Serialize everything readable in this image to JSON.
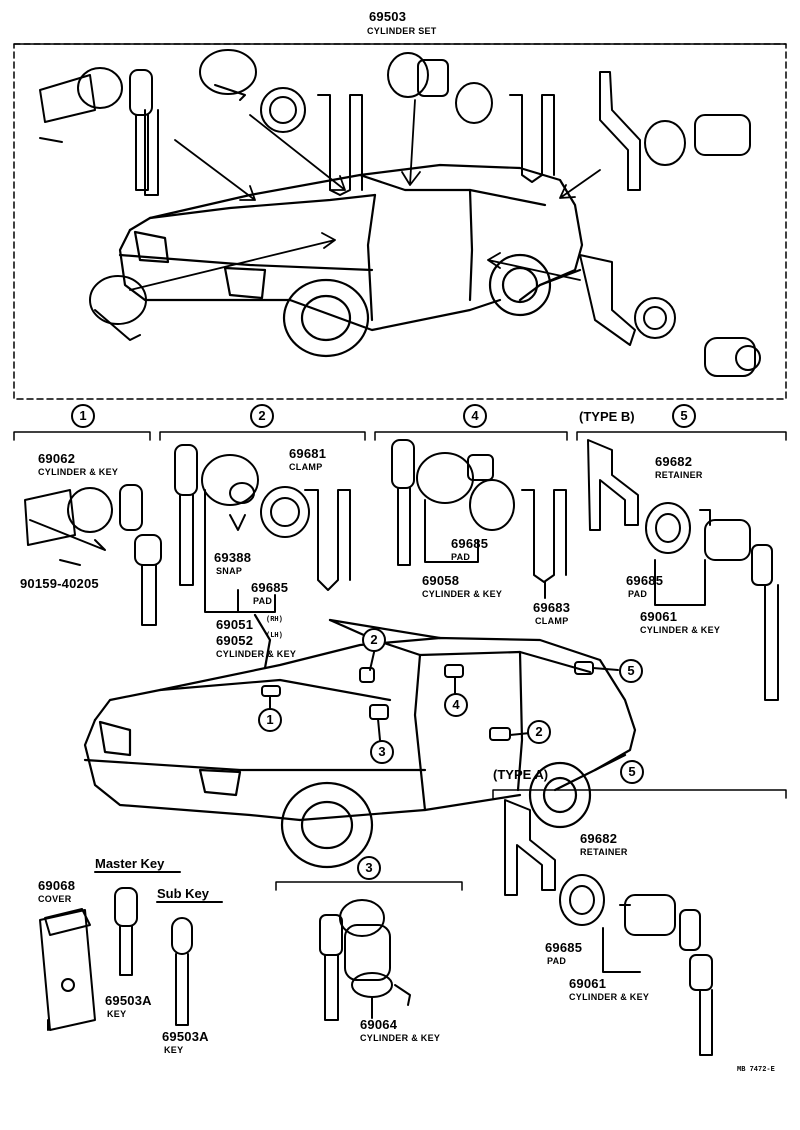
{
  "title": {
    "part_no": "69503",
    "name": "CYLINDER SET"
  },
  "sections": {
    "s1": "1",
    "s2": "2",
    "s4": "4",
    "s5_type_b": "(TYPE  B)",
    "s5": "5",
    "s3": "3",
    "s5_type_a": "(TYPE  A)"
  },
  "parts": {
    "p69062": {
      "no": "69062",
      "name": "CYLINDER & KEY"
    },
    "p90159": {
      "no": "90159-40205"
    },
    "p69681": {
      "no": "69681",
      "name": "CLAMP"
    },
    "p69388": {
      "no": "69388",
      "name": "SNAP"
    },
    "p69685_2": {
      "no": "69685",
      "name": "PAD"
    },
    "p69051": {
      "no": "69051",
      "suffix": "(RH)"
    },
    "p69052": {
      "no": "69052",
      "suffix": "(LH)",
      "name": "CYLINDER & KEY"
    },
    "p69685_4": {
      "no": "69685",
      "name": "PAD"
    },
    "p69058": {
      "no": "69058",
      "name": "CYLINDER & KEY"
    },
    "p69683": {
      "no": "69683",
      "name": "CLAMP"
    },
    "p69682_b": {
      "no": "69682",
      "name": "RETAINER"
    },
    "p69685_b": {
      "no": "69685",
      "name": "PAD"
    },
    "p69061_b": {
      "no": "69061",
      "name": "CYLINDER & KEY"
    },
    "p69682_a": {
      "no": "69682",
      "name": "RETAINER"
    },
    "p69685_a": {
      "no": "69685",
      "name": "PAD"
    },
    "p69061_a": {
      "no": "69061",
      "name": "CYLINDER & KEY"
    },
    "p69068": {
      "no": "69068",
      "name": "COVER"
    },
    "p69503a_master": {
      "no": "69503A",
      "name": "KEY"
    },
    "p69503a_sub": {
      "no": "69503A",
      "name": "KEY"
    },
    "p69064": {
      "no": "69064",
      "name": "CYLINDER & KEY"
    }
  },
  "keys": {
    "master": "Master Key",
    "sub": "Sub Key"
  },
  "car_callouts": [
    "1",
    "2",
    "2",
    "3",
    "4",
    "5"
  ],
  "footer": "MB  7472-E",
  "colors": {
    "ink": "#000000",
    "paper": "#ffffff"
  }
}
